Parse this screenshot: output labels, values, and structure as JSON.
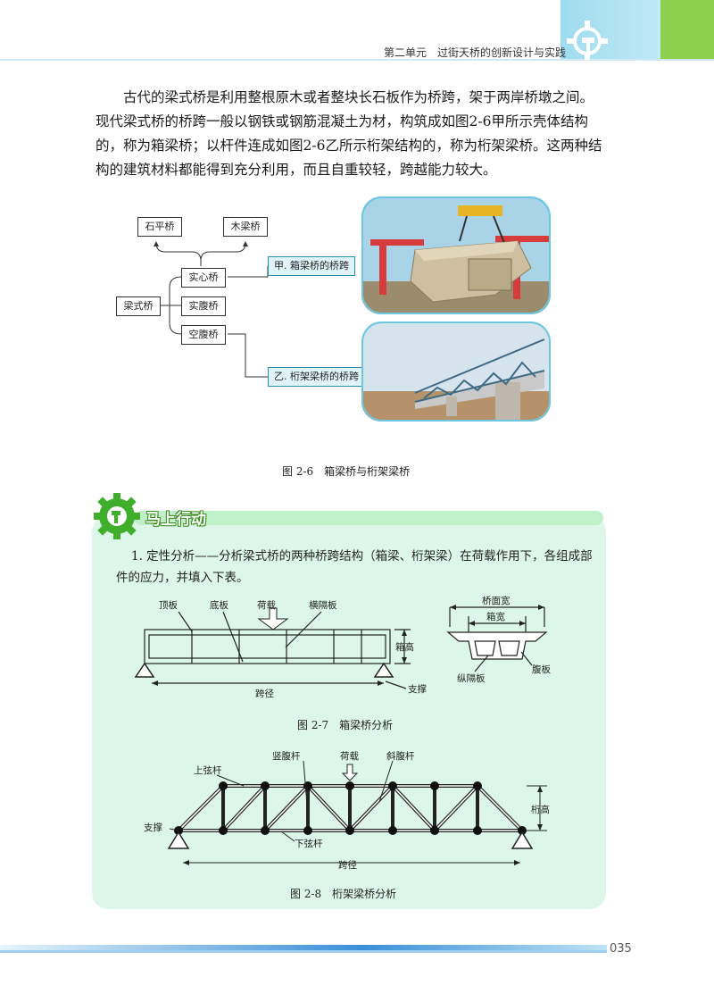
{
  "header": {
    "title": "第二单元　过街天桥的创新设计与实践",
    "colors": {
      "green": "#8fd14f",
      "blue": "#9fdcef"
    },
    "logo_icon": "gear-icon"
  },
  "paragraph": {
    "lines": [
      "古代的梁式桥是利用整根原木或者整块长石板作为桥跨，架于两岸桥墩之间。",
      "现代梁式桥的桥跨一般以钢铁或钢筋混凝土为材，构筑成如图2-6甲所示壳体结构",
      "的，称为箱梁桥；以杆件连成如图2-6乙所示桁架结构的，称为桁架梁桥。这两种结",
      "构的建筑材料都能得到充分利用，而且自重较轻，跨越能力较大。"
    ]
  },
  "figure_2_6": {
    "boxes": {
      "stone": "石平桥",
      "wood": "木梁桥",
      "solid": "实心桥",
      "beam": "梁式桥",
      "solid_web": "实腹桥",
      "hollow_web": "空腹桥",
      "box_span": "甲. 箱梁桥的桥跨",
      "truss_span": "乙. 桁架梁桥的桥跨"
    },
    "caption": "图 2-6　箱梁桥与桁架梁桥"
  },
  "action": {
    "title": "马上行动",
    "task_lines": [
      "1. 定性分析——分析梁式桥的两种桥跨结构（箱梁、桁架梁）在荷载作用下，各组成部",
      "件的应力，并填入下表。"
    ],
    "fig27": {
      "labels": {
        "top": "顶板",
        "bottom": "底板",
        "load": "荷载",
        "diaphragm": "横隔板",
        "box_height": "箱高",
        "support": "支撑",
        "span": "跨径",
        "deck_width": "桥面宽",
        "box_width": "箱宽",
        "web": "腹板",
        "long_diaphragm": "纵隔板"
      },
      "caption": "图 2-7　箱梁桥分析"
    },
    "fig28": {
      "labels": {
        "upper_chord": "上弦杆",
        "vertical": "竖腹杆",
        "load": "荷载",
        "diagonal": "斜腹杆",
        "truss_height": "桁高",
        "support": "支撑",
        "lower_chord": "下弦杆",
        "span": "跨径"
      },
      "caption": "图 2-8　桁架梁桥分析"
    }
  },
  "footer": {
    "page": "035"
  }
}
